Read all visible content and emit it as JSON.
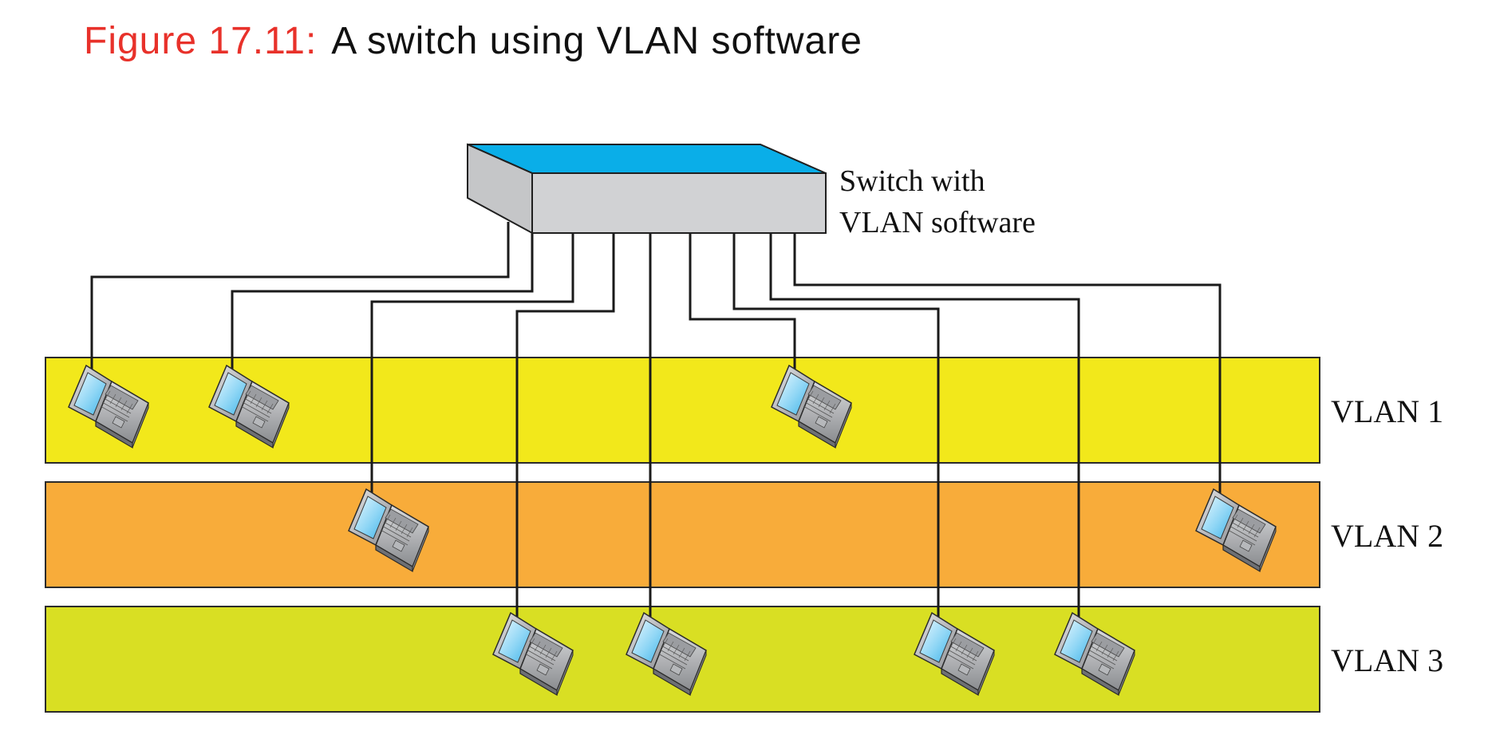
{
  "caption": {
    "figure_label": "Figure 17.11:",
    "title": "A switch using VLAN software"
  },
  "switch": {
    "label_line1": "Switch with",
    "label_line2": "VLAN software",
    "top_color": "#0aaee8",
    "body_color": "#d1d2d4"
  },
  "vlans": [
    {
      "label": "VLAN 1",
      "color": "#f2e81b",
      "computers": 3
    },
    {
      "label": "VLAN 2",
      "color": "#f8ac3a",
      "computers": 2
    },
    {
      "label": "VLAN 3",
      "color": "#d9df23",
      "computers": 4
    }
  ],
  "icons": {
    "switch": "network-switch-icon",
    "computer": "laptop-icon"
  }
}
